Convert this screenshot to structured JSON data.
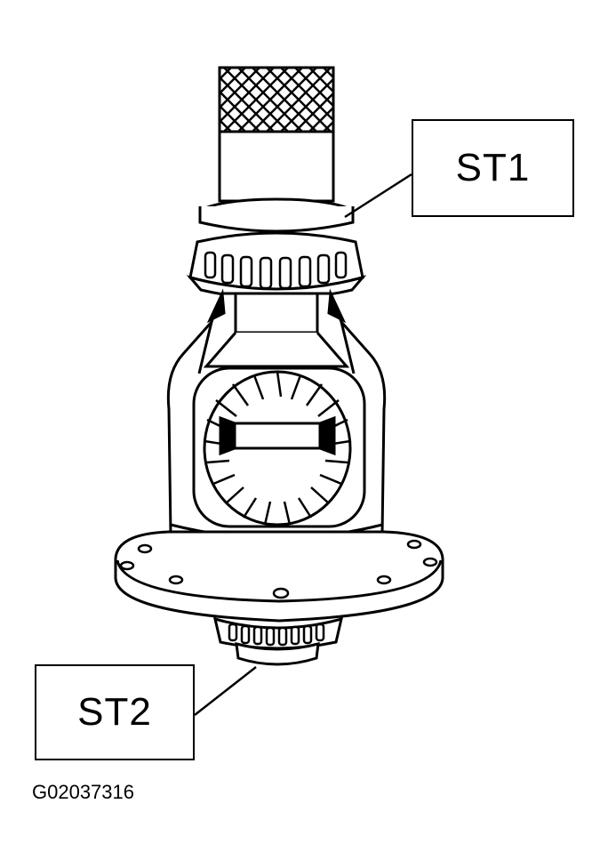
{
  "callouts": {
    "st1": "ST1",
    "st2": "ST2"
  },
  "figure_id": "G02037316"
}
